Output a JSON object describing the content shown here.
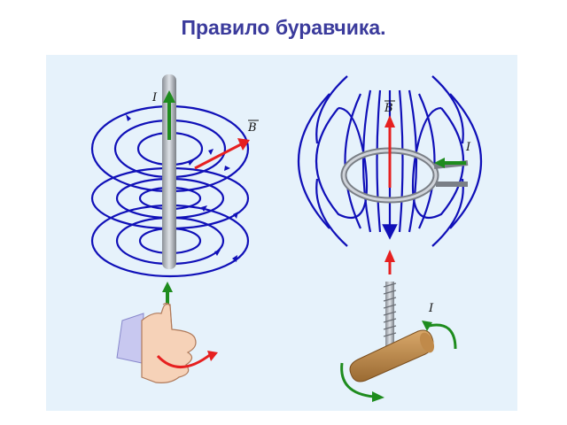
{
  "title": "Правило буравчика.",
  "labels": {
    "current": "I",
    "field": "B"
  },
  "colors": {
    "title": "#3b3b9c",
    "panel_bg": "#e6f2fb",
    "field_lines": "#1010b8",
    "current_arrow": "#1e8c1e",
    "field_arrow": "#e62020"
  },
  "icons": [
    "wire-icon",
    "thumb-up-hand-icon",
    "ring-coil-icon",
    "gimlet-screw-icon",
    "wooden-handle-icon"
  ]
}
